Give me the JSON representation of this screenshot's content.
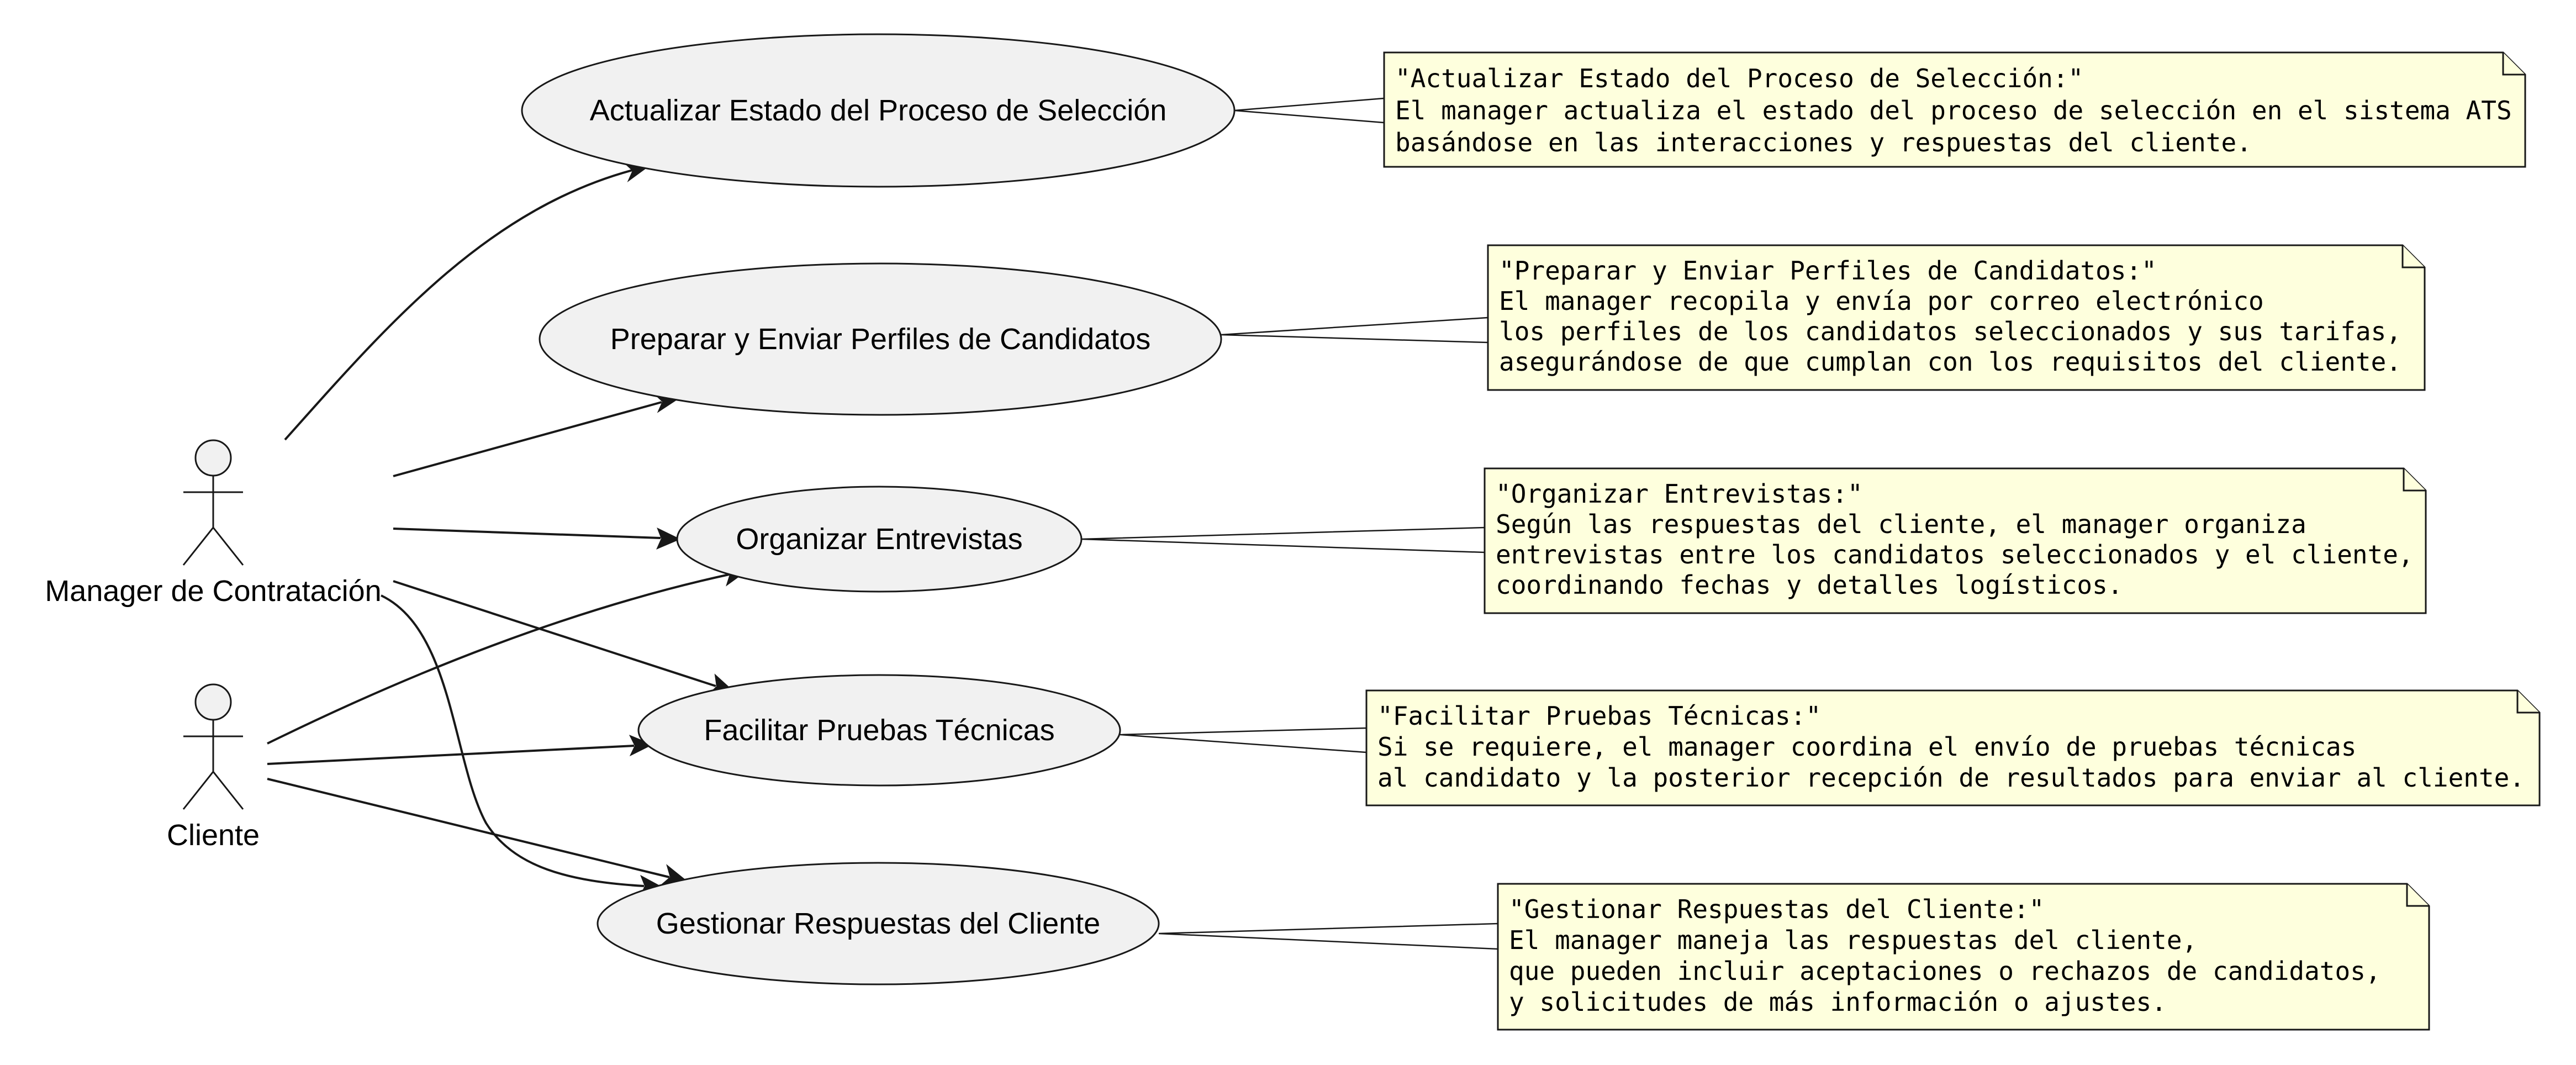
{
  "actors": {
    "manager": {
      "label": "Manager de Contratación"
    },
    "client": {
      "label": "Cliente"
    }
  },
  "use_cases": {
    "update_status": {
      "label": "Actualizar Estado del Proceso de Selección"
    },
    "send_profiles": {
      "label": "Preparar y Enviar Perfiles de Candidatos"
    },
    "organize_interviews": {
      "label": "Organizar Entrevistas"
    },
    "tech_tests": {
      "label": "Facilitar Pruebas Técnicas"
    },
    "client_responses": {
      "label": "Gestionar Respuestas del Cliente"
    }
  },
  "notes": {
    "update_status": {
      "lines": [
        "\"Actualizar Estado del Proceso de Selección:\"",
        "El manager actualiza el estado del proceso de selección en el sistema ATS",
        "basándose en las interacciones y respuestas del cliente."
      ]
    },
    "send_profiles": {
      "lines": [
        "\"Preparar y Enviar Perfiles de Candidatos:\"",
        "El manager recopila y envía por correo electrónico",
        "los perfiles de los candidatos seleccionados y sus tarifas,",
        "asegurándose de que cumplan con los requisitos del cliente."
      ]
    },
    "organize_interviews": {
      "lines": [
        "\"Organizar Entrevistas:\"",
        "Según las respuestas del cliente, el manager organiza",
        "entrevistas entre los candidatos seleccionados y el cliente,",
        "coordinando fechas y detalles logísticos."
      ]
    },
    "tech_tests": {
      "lines": [
        "\"Facilitar Pruebas Técnicas:\"",
        "Si se requiere, el manager coordina el envío de pruebas técnicas",
        "al candidato y la posterior recepción de resultados para enviar al cliente."
      ]
    },
    "client_responses": {
      "lines": [
        "\"Gestionar Respuestas del Cliente:\"",
        "El manager maneja las respuestas del cliente,",
        "que pueden incluir aceptaciones o rechazos de candidatos,",
        "y solicitudes de más información o ajustes."
      ]
    }
  },
  "colors": {
    "usecase_fill": "#F1F1F1",
    "note_fill": "#FEFFDD",
    "stroke": "#181818"
  }
}
